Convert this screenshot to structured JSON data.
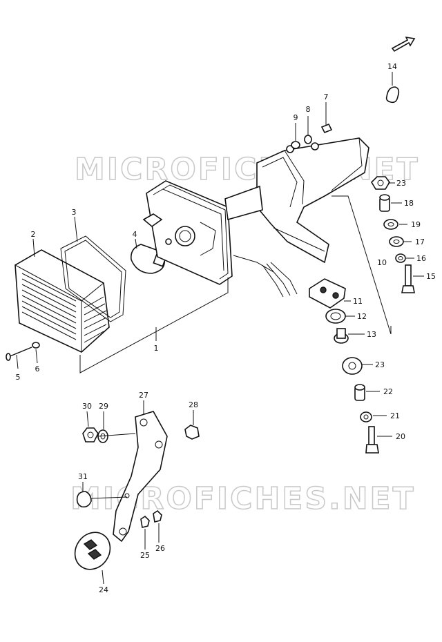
{
  "watermark": "MICROFICHES.NET",
  "colors": {
    "ink": "#111111",
    "watermark": "#c8c8c8",
    "background": "#ffffff"
  },
  "callouts": {
    "c1": "1",
    "c2": "2",
    "c3": "3",
    "c4": "4",
    "c5": "5",
    "c6": "6",
    "c7": "7",
    "c8": "8",
    "c9": "9",
    "c10": "10",
    "c11": "11",
    "c12": "12",
    "c13": "13",
    "c14": "14",
    "c15": "15",
    "c16": "16",
    "c17": "17",
    "c18": "18",
    "c19": "19",
    "c20": "20",
    "c21": "21",
    "c22": "22",
    "c23a": "23",
    "c23b": "23",
    "c24": "24",
    "c25": "25",
    "c26": "26",
    "c27": "27",
    "c28": "28",
    "c29": "29",
    "c30": "30",
    "c31": "31"
  }
}
